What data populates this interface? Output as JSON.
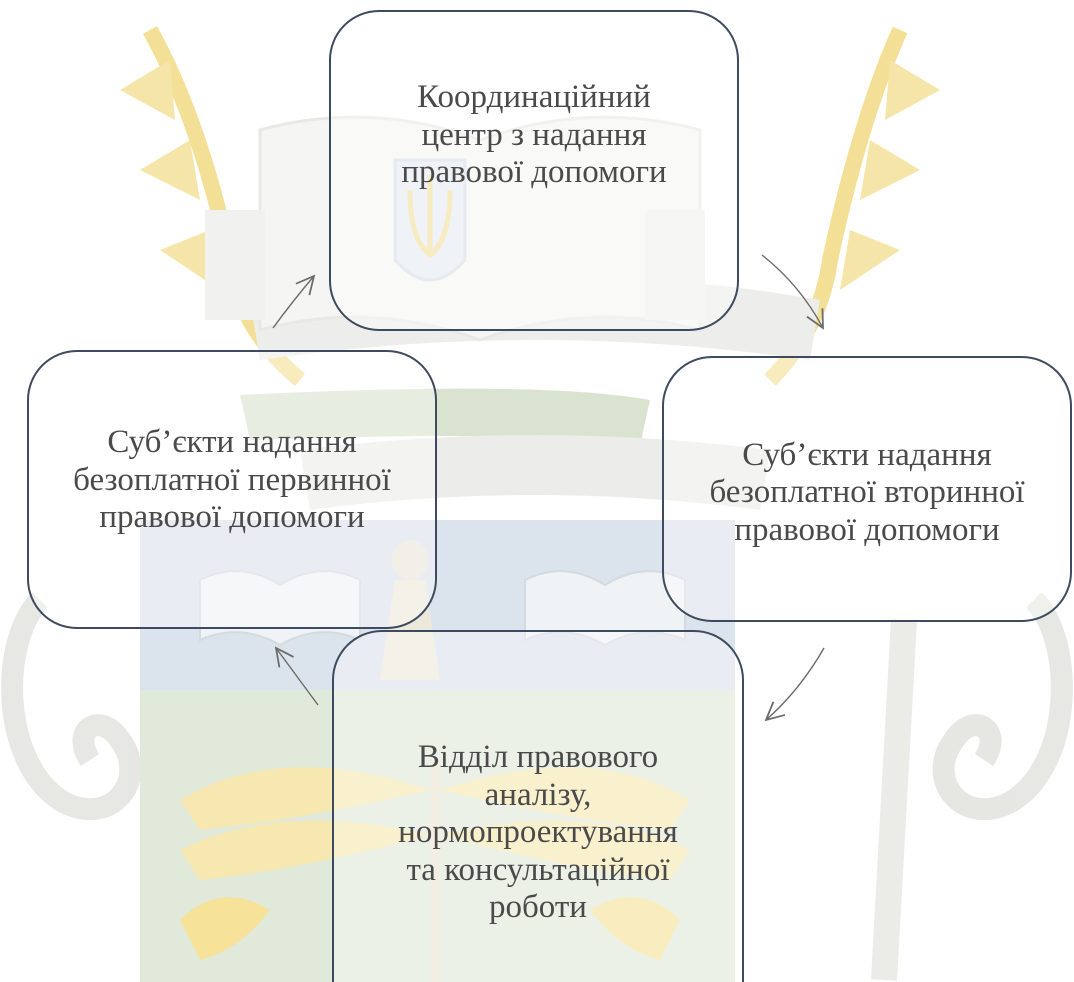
{
  "diagram": {
    "nodes": [
      {
        "id": "center",
        "label": "Координаційний\nцентр з надання\nправової допомоги"
      },
      {
        "id": "right",
        "label": "Суб’єкти надання\nбезоплатної вторинної\nправової допомоги"
      },
      {
        "id": "bottom",
        "label": "Відділ правового\nаналізу,\nнормопроектування\nта консультаційної\nроботи"
      },
      {
        "id": "left",
        "label": "Суб’єкти надання\nбезоплатної первинної\nправової допомоги"
      }
    ],
    "edges": [
      {
        "from": "center",
        "to": "right"
      },
      {
        "from": "right",
        "to": "bottom"
      },
      {
        "from": "bottom",
        "to": "left"
      },
      {
        "from": "left",
        "to": "center"
      }
    ],
    "colors": {
      "border": "#3e4a5e",
      "text": "#4a4a4a",
      "arrow": "#6b6b6b",
      "watermark_gold": "#f3d680",
      "watermark_green": "#dbe6d4",
      "watermark_blue": "#d5dee8",
      "watermark_gray": "#e7e7e4"
    }
  }
}
